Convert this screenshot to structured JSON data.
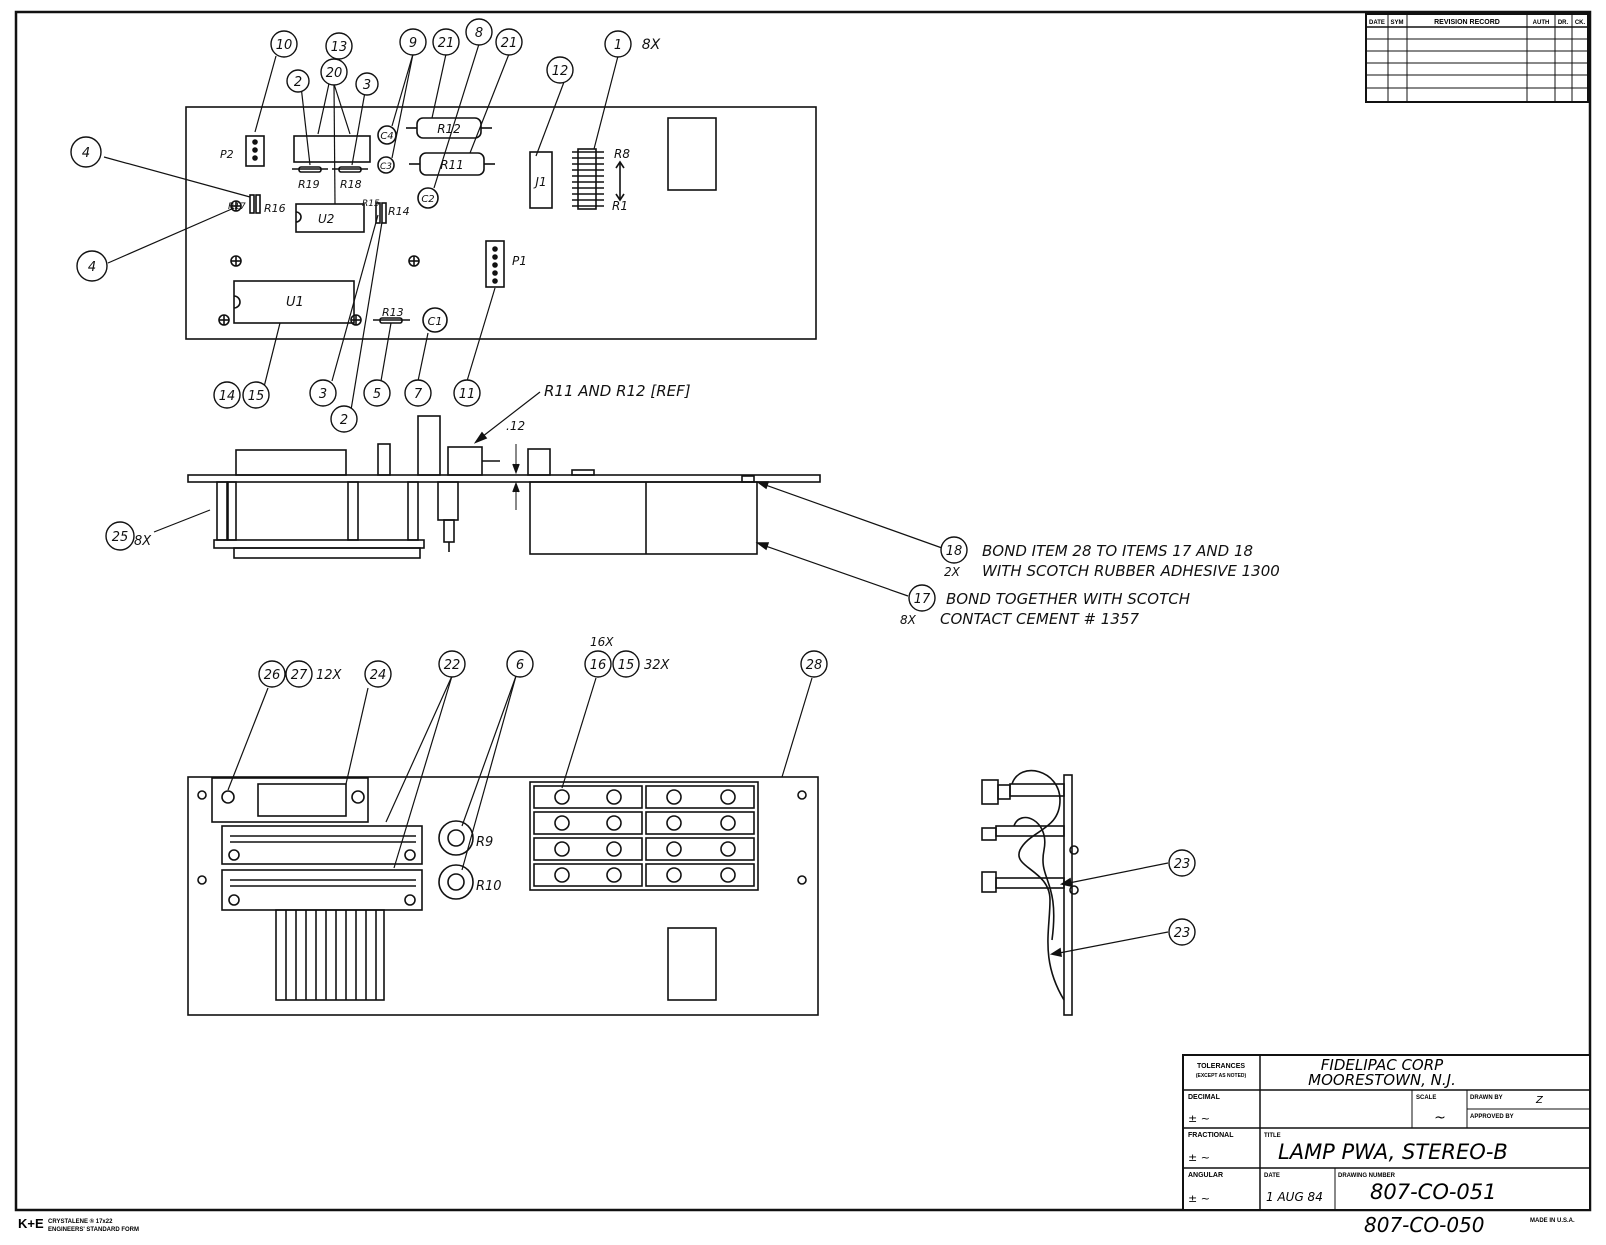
{
  "revision_block": {
    "headers": [
      "DATE",
      "SYM",
      "REVISION RECORD",
      "AUTH",
      "DR.",
      "CK."
    ]
  },
  "title_block": {
    "tolerances_label": "TOLERANCES",
    "tolerances_note": "(EXCEPT AS NOTED)",
    "company": "FIDELIPAC CORP",
    "location": "MOORESTOWN, N.J.",
    "decimal_label": "DECIMAL",
    "decimal_value": "± ~",
    "scale_label": "SCALE",
    "scale_value": "~",
    "drawn_by_label": "DRAWN BY",
    "drawn_by_value": "Z",
    "approved_by_label": "APPROVED BY",
    "fractional_label": "FRACTIONAL",
    "fractional_value": "± ~",
    "title_label": "TITLE",
    "title": "LAMP PWA, STEREO-B",
    "angular_label": "ANGULAR",
    "angular_value": "± ~",
    "date_label": "DATE",
    "date": "1 AUG 84",
    "drawing_number_label": "DRAWING NUMBER",
    "drawing_number": "807-CO-051"
  },
  "footer": {
    "brand": "K+E",
    "paper": "CRYSTALENE ® 17x22",
    "form": "ENGINEERS' STANDARD FORM",
    "file_number": "807-CO-050",
    "made_in": "MADE IN U.S.A."
  },
  "top_view": {
    "balloons": [
      "10",
      "13",
      "20",
      "2",
      "3",
      "9",
      "21",
      "8",
      "21",
      "1",
      "12",
      "4",
      "4",
      "14",
      "15",
      "3",
      "2",
      "5",
      "7",
      "11"
    ],
    "qty_1": "8X",
    "refdes": [
      "P2",
      "R19",
      "R18",
      "R17",
      "R16",
      "U2",
      "R15",
      "R14",
      "C4",
      "C3",
      "C2",
      "R12",
      "R11",
      "J1",
      "R8",
      "R1",
      "P1",
      "U1",
      "R13",
      "C1"
    ]
  },
  "side_view": {
    "ref_note": "R11 AND R12 [REF]",
    "dimension": ".12",
    "balloon_25": "25",
    "qty_25": "8X",
    "balloon_18": "18",
    "qty_18": "2X",
    "note_18_line1": "BOND ITEM 28 TO ITEMS 17 AND 18",
    "note_18_line2": "WITH SCOTCH RUBBER ADHESIVE 1300",
    "balloon_17": "17",
    "qty_17": "8X",
    "note_17_line1": "BOND TOGETHER WITH SCOTCH",
    "note_17_line2": "CONTACT CEMENT # 1357"
  },
  "bottom_view": {
    "balloons": [
      "26",
      "27",
      "24",
      "22",
      "6",
      "16",
      "15",
      "28"
    ],
    "qty_27": "12X",
    "qty_16": "16X",
    "qty_15": "32X",
    "refdes": [
      "R9",
      "R10"
    ]
  },
  "wire_view": {
    "balloons": [
      "23",
      "23"
    ]
  }
}
